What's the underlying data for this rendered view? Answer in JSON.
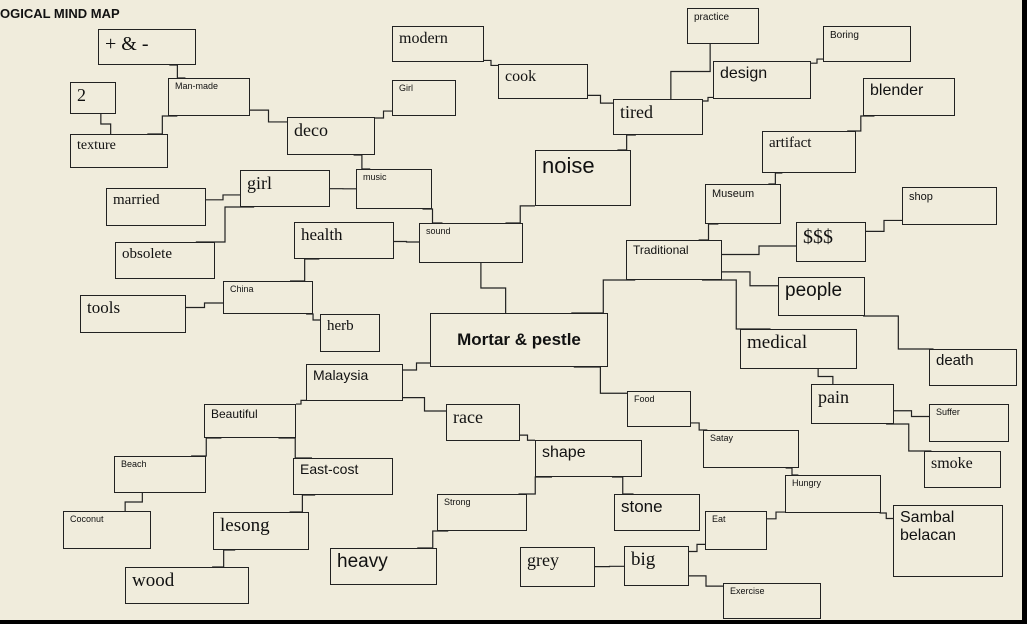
{
  "title": "OGICAL MIND MAP",
  "colors": {
    "background": "#f0ecdc",
    "border": "#222222",
    "text": "#111111",
    "outer": "#000000"
  },
  "nodes": [
    {
      "id": "mortar_pestle",
      "label": "Mortar & pestle"
    },
    {
      "id": "plus_amp_minus",
      "label": "+ & -"
    },
    {
      "id": "man_made",
      "label": "Man-made"
    },
    {
      "id": "two",
      "label": "2"
    },
    {
      "id": "texture",
      "label": "texture"
    },
    {
      "id": "deco",
      "label": "deco"
    },
    {
      "id": "girl_small",
      "label": "Girl"
    },
    {
      "id": "modern",
      "label": "modern"
    },
    {
      "id": "cook",
      "label": "cook"
    },
    {
      "id": "practice",
      "label": "practice"
    },
    {
      "id": "tired",
      "label": "tired"
    },
    {
      "id": "design",
      "label": "design"
    },
    {
      "id": "boring",
      "label": "Boring"
    },
    {
      "id": "blender",
      "label": "blender"
    },
    {
      "id": "artifact",
      "label": "artifact"
    },
    {
      "id": "noise",
      "label": "noise"
    },
    {
      "id": "girl",
      "label": "girl"
    },
    {
      "id": "music",
      "label": "music"
    },
    {
      "id": "married",
      "label": "married"
    },
    {
      "id": "obsolete",
      "label": "obsolete"
    },
    {
      "id": "health",
      "label": "health"
    },
    {
      "id": "sound",
      "label": "sound"
    },
    {
      "id": "museum",
      "label": "Museum"
    },
    {
      "id": "shop",
      "label": "shop"
    },
    {
      "id": "dollars",
      "label": "$$$"
    },
    {
      "id": "traditional",
      "label": "Traditional"
    },
    {
      "id": "people",
      "label": "people"
    },
    {
      "id": "tools",
      "label": "tools"
    },
    {
      "id": "china",
      "label": "China"
    },
    {
      "id": "herb",
      "label": "herb"
    },
    {
      "id": "medical",
      "label": "medical"
    },
    {
      "id": "death",
      "label": "death"
    },
    {
      "id": "malaysia",
      "label": "Malaysia"
    },
    {
      "id": "pain",
      "label": "pain"
    },
    {
      "id": "suffer",
      "label": "Suffer"
    },
    {
      "id": "beautiful",
      "label": "Beautiful"
    },
    {
      "id": "race",
      "label": "race"
    },
    {
      "id": "food",
      "label": "Food"
    },
    {
      "id": "satay",
      "label": "Satay"
    },
    {
      "id": "shape",
      "label": "shape"
    },
    {
      "id": "smoke",
      "label": "smoke"
    },
    {
      "id": "beach",
      "label": "Beach"
    },
    {
      "id": "east_cost",
      "label": "East-cost"
    },
    {
      "id": "hungry",
      "label": "Hungry"
    },
    {
      "id": "strong",
      "label": "Strong"
    },
    {
      "id": "stone",
      "label": "stone"
    },
    {
      "id": "eat",
      "label": "Eat"
    },
    {
      "id": "sambal_belacan",
      "label": "Sambal belacan"
    },
    {
      "id": "coconut",
      "label": "Coconut"
    },
    {
      "id": "lesong",
      "label": "lesong"
    },
    {
      "id": "heavy",
      "label": "heavy"
    },
    {
      "id": "grey",
      "label": "grey"
    },
    {
      "id": "big",
      "label": "big"
    },
    {
      "id": "wood",
      "label": "wood"
    },
    {
      "id": "exercise",
      "label": "Exercise"
    }
  ],
  "edges": [
    [
      "mortar_pestle",
      "sound"
    ],
    [
      "mortar_pestle",
      "traditional"
    ],
    [
      "mortar_pestle",
      "malaysia"
    ],
    [
      "mortar_pestle",
      "food"
    ],
    [
      "sound",
      "noise"
    ],
    [
      "sound",
      "music"
    ],
    [
      "sound",
      "health"
    ],
    [
      "noise",
      "tired"
    ],
    [
      "tired",
      "cook"
    ],
    [
      "tired",
      "practice"
    ],
    [
      "tired",
      "design"
    ],
    [
      "cook",
      "modern"
    ],
    [
      "design",
      "boring"
    ],
    [
      "music",
      "deco"
    ],
    [
      "music",
      "girl"
    ],
    [
      "deco",
      "girl_small"
    ],
    [
      "deco",
      "man_made"
    ],
    [
      "man_made",
      "plus_amp_minus"
    ],
    [
      "man_made",
      "texture"
    ],
    [
      "texture",
      "two"
    ],
    [
      "girl",
      "married"
    ],
    [
      "girl",
      "obsolete"
    ],
    [
      "health",
      "china"
    ],
    [
      "china",
      "tools"
    ],
    [
      "china",
      "herb"
    ],
    [
      "traditional",
      "museum"
    ],
    [
      "traditional",
      "dollars"
    ],
    [
      "traditional",
      "people"
    ],
    [
      "traditional",
      "medical"
    ],
    [
      "museum",
      "artifact"
    ],
    [
      "artifact",
      "blender"
    ],
    [
      "dollars",
      "shop"
    ],
    [
      "people",
      "death"
    ],
    [
      "medical",
      "pain"
    ],
    [
      "pain",
      "suffer"
    ],
    [
      "pain",
      "smoke"
    ],
    [
      "malaysia",
      "beautiful"
    ],
    [
      "malaysia",
      "race"
    ],
    [
      "beautiful",
      "beach"
    ],
    [
      "beautiful",
      "east_cost"
    ],
    [
      "beach",
      "coconut"
    ],
    [
      "east_cost",
      "lesong"
    ],
    [
      "lesong",
      "wood"
    ],
    [
      "race",
      "shape"
    ],
    [
      "shape",
      "strong"
    ],
    [
      "shape",
      "stone"
    ],
    [
      "strong",
      "heavy"
    ],
    [
      "food",
      "satay"
    ],
    [
      "satay",
      "hungry"
    ],
    [
      "hungry",
      "sambal_belacan"
    ],
    [
      "hungry",
      "eat"
    ],
    [
      "eat",
      "big"
    ],
    [
      "big",
      "grey"
    ],
    [
      "big",
      "exercise"
    ]
  ]
}
